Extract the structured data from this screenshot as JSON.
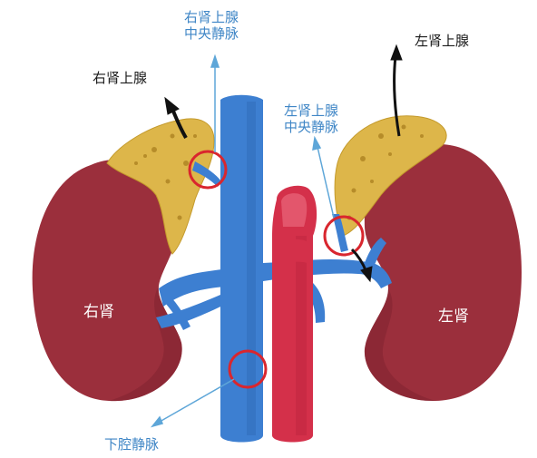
{
  "labels": {
    "right_adrenal": "右肾上腺",
    "right_adrenal_vein_line1": "右肾上腺",
    "right_adrenal_vein_line2": "中央静脉",
    "left_adrenal": "左肾上腺",
    "left_adrenal_vein_line1": "左肾上腺",
    "left_adrenal_vein_line2": "中央静脉",
    "right_kidney": "右肾",
    "left_kidney": "左肾",
    "ivc": "下腔静脉"
  },
  "colors": {
    "kidney": "#9b2f3c",
    "kidney_shade": "#7f2230",
    "adrenal": "#ddb64a",
    "adrenal_spot": "#a97f1e",
    "vein": "#3d7fd1",
    "vein_dark": "#2a63ad",
    "artery": "#d4304a",
    "circle": "#d9262e",
    "pointer_line": "#5ea6d8",
    "arrow_black": "#111111"
  }
}
